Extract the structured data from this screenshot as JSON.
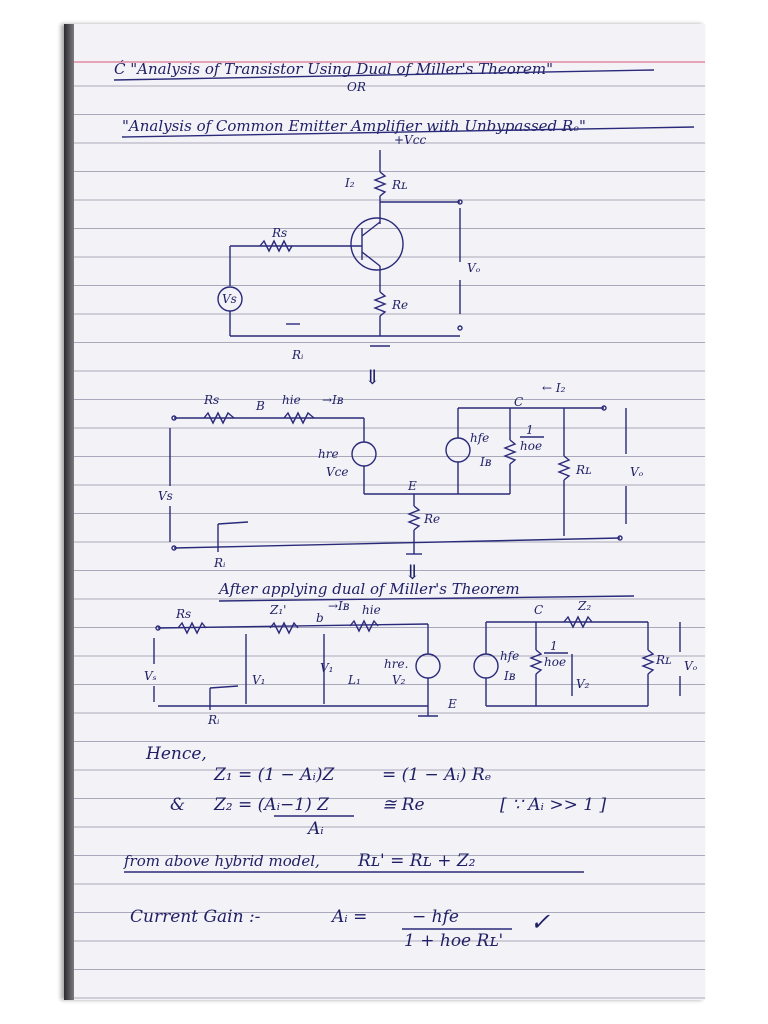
{
  "title": "Ć \"Analysis of Transistor Using Dual of Miller's Theorem\"",
  "or_text": "OR",
  "subtitle": "\"Analysis of Common Emitter Amplifier with Unbypassed Rₑ\"",
  "circuit1": {
    "vcc": "+Vcc",
    "i2": "I₂",
    "rl": "Rʟ",
    "rs": "Rs",
    "vs": "Vs",
    "re": "Re",
    "vo": "Vₒ",
    "ri": "Rᵢ"
  },
  "circuit2": {
    "rs": "Rs",
    "b": "B",
    "hie": "hie",
    "ib": "→Iʙ",
    "c": "C",
    "i2": "← I₂",
    "hre": "hre",
    "vce": "Vce",
    "hfe": "hfe",
    "ib2": "Iʙ",
    "hoe_num": "1",
    "hoe_den": "hoe",
    "rl": "Rʟ",
    "vo": "Vₒ",
    "vs": "Vs",
    "e": "E",
    "re": "Re",
    "ri": "Rᵢ"
  },
  "dual_heading": "After applying dual of Miller's Theorem",
  "circuit3": {
    "rs": "Rs",
    "z1": "Z₁'",
    "b": "b",
    "ib": "→Iʙ",
    "hie": "hie",
    "c": "C",
    "z2": "Z₂",
    "vs": "Vₛ",
    "v1": "V₁",
    "v1b": "V₁",
    "l1": "L₁",
    "hre": "hre.",
    "v2": "V₂",
    "hfe": "hfe",
    "ib2": "Iʙ",
    "hoe_num": "1",
    "hoe_den": "hoe",
    "vl2": "V₂",
    "rl": "Rʟ",
    "vo": "Vₒ",
    "ri": "Rᵢ",
    "e": "E"
  },
  "hence": "Hence,",
  "eq1_left": "Z₁ = (1 − Aᵢ)Z",
  "eq1_right": "= (1 − Aᵢ) Rₑ",
  "eq2_prefix": "&",
  "eq2_left": "Z₂ = (Aᵢ−1) Z",
  "eq2_den": "Aᵢ",
  "eq2_approx": "≅ Re",
  "eq2_note": "[ ∵ Aᵢ >> 1 ]",
  "from_line": "from above hybrid model,",
  "rl_prime": "Rʟ' = Rʟ + Z₂",
  "gain_label": "Current Gain :-",
  "gain_lhs": "Aᵢ =",
  "gain_num": "− hfe",
  "gain_den": "1 + hoe Rʟ'",
  "check": "✓"
}
